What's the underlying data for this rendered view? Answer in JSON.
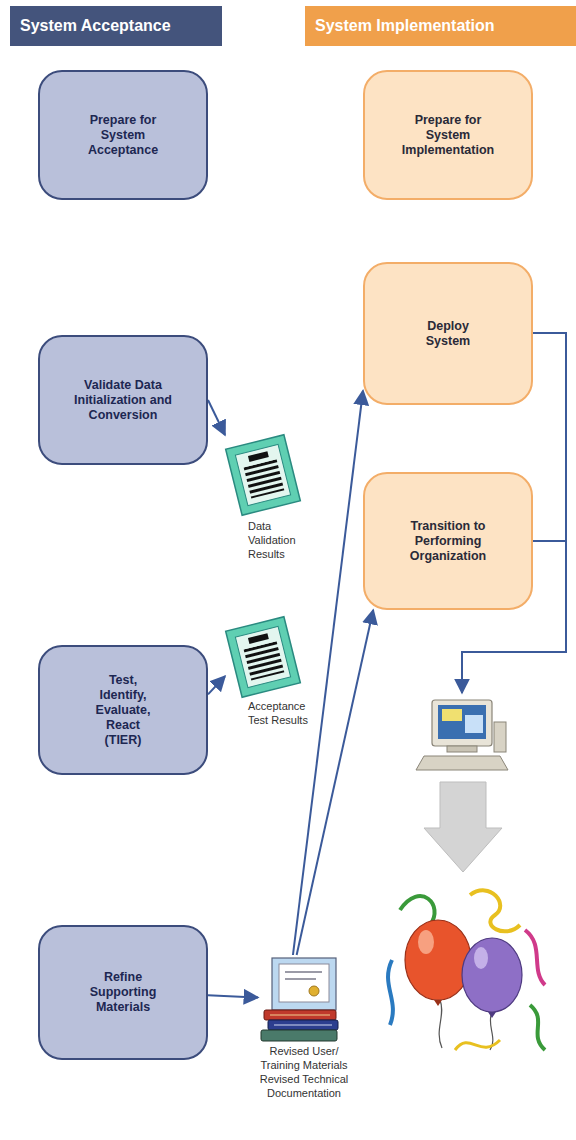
{
  "diagram": {
    "nodes": [
      {
        "text": [
          "System Acceptance"
        ]
      },
      {
        "text": [
          "System Implementation"
        ]
      },
      {
        "text": [
          "Prepare for System Acceptance"
        ]
      },
      {
        "text": [
          "Prepare for System Implementation"
        ]
      },
      {
        "text": [
          "Deploy System"
        ]
      },
      {
        "text": [
          "Validate Data Initialization and Conversion"
        ]
      },
      {
        "text": [
          "Data Validation Results"
        ]
      },
      {
        "text": [
          "Transition to Performing Organization"
        ]
      },
      {
        "text": [
          "Test, Identify, Evaluate, React (TIER)"
        ]
      },
      {
        "text": [
          "Acceptance Test Results"
        ]
      },
      {
        "text": [
          "Refine Supporting Materials"
        ]
      },
      {
        "text": [
          "Revised User/ Training Materials",
          "Revised Technical Documentation"
        ]
      }
    ],
    "edges": [
      {
        "from": 5,
        "to": 6,
        "arrow": "to"
      },
      {
        "from": 8,
        "to": 9,
        "arrow": "to"
      },
      {
        "from": 10,
        "to": 11,
        "arrow": "to"
      },
      {
        "from": 11,
        "to": 4,
        "arrow": "to"
      },
      {
        "from": 11,
        "to": 7,
        "arrow": "to"
      }
    ]
  }
}
